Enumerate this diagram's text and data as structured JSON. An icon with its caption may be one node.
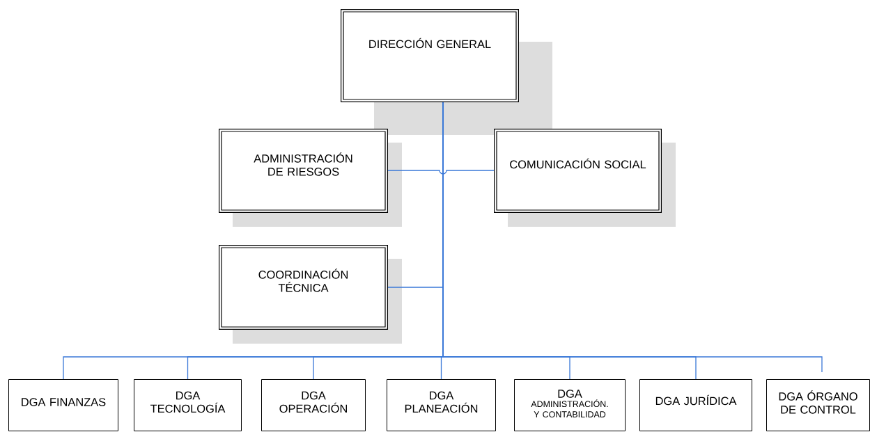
{
  "diagram": {
    "nodes": [
      {
        "text": [
          "DIRECCIÓN GENERAL"
        ]
      },
      {
        "text": [
          "ADMINISTRACIÓN DE RIESGOS"
        ]
      },
      {
        "text": [
          "COMUNICACIÓN SOCIAL"
        ]
      },
      {
        "text": [
          "COORDINACIÓN TÉCNICA"
        ]
      },
      {
        "text": [
          "DGA FINANZAS"
        ]
      },
      {
        "text": [
          "DGA TECNOLOGÍA"
        ]
      },
      {
        "text": [
          "DGA OPERACIÓN"
        ]
      },
      {
        "text": [
          "DGA PLANEACIÓN"
        ]
      },
      {
        "text": [
          "DGA",
          "ADMINISTRACIÓN. Y CONTABILIDAD"
        ]
      },
      {
        "text": [
          "DGA JURÍDICA"
        ]
      },
      {
        "text": [
          "DGA ÓRGANO DE CONTROL"
        ]
      }
    ],
    "edges": [
      {
        "from": 0,
        "to": 3,
        "arrow": "none"
      },
      {
        "from": 1,
        "to": 2,
        "arrow": "none"
      },
      {
        "from": 0,
        "to": 4,
        "arrow": "none"
      },
      {
        "from": 0,
        "to": 5,
        "arrow": "none"
      },
      {
        "from": 0,
        "to": 6,
        "arrow": "none"
      },
      {
        "from": 0,
        "to": 7,
        "arrow": "none"
      },
      {
        "from": 0,
        "to": 8,
        "arrow": "none"
      },
      {
        "from": 0,
        "to": 9,
        "arrow": "none"
      },
      {
        "from": 0,
        "to": 10,
        "arrow": "none"
      }
    ]
  }
}
